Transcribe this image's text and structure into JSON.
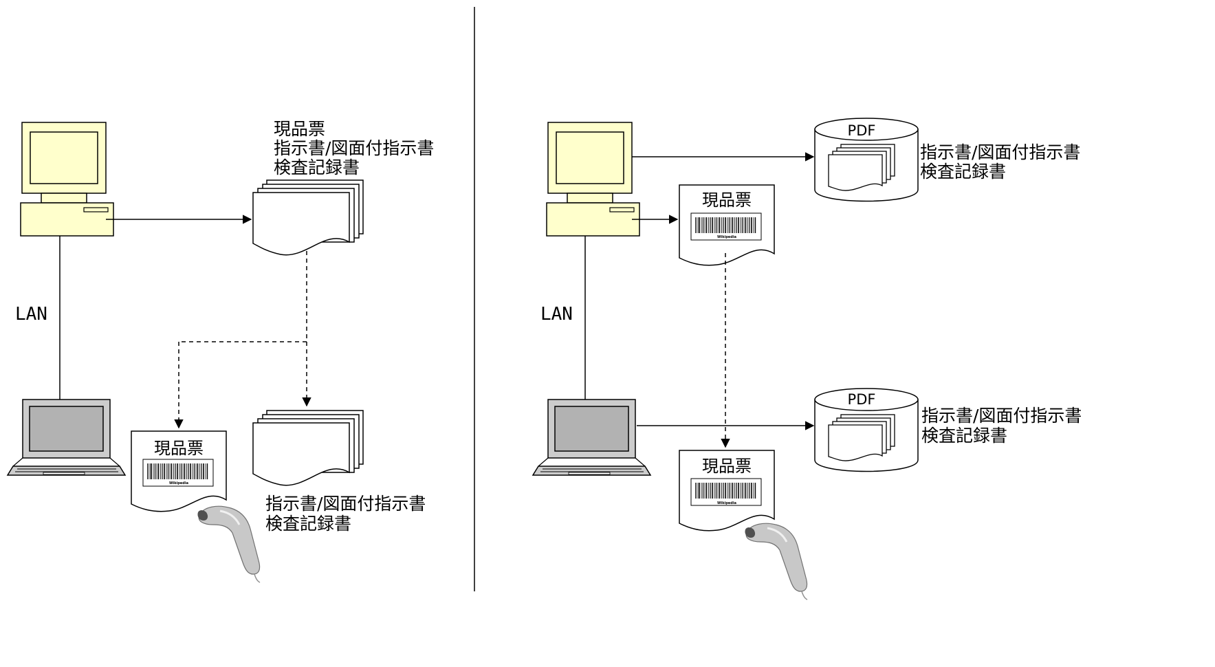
{
  "left_panel": {
    "lan_label": "LAN",
    "doc_stack_label_lines": [
      "現品票",
      "指示書/図面付指示書",
      "検査記録書"
    ],
    "tag_title": "現品票",
    "tag_barcode_text": "Wikipedia",
    "bottom_stack_label_lines": [
      "指示書/図面付指示書",
      "検査記録書"
    ]
  },
  "right_panel": {
    "lan_label": "LAN",
    "pdf_top_title": "PDF",
    "pdf_top_label_lines": [
      "指示書/図面付指示書",
      "検査記録書"
    ],
    "tag_top_title": "現品票",
    "tag_top_barcode_text": "Wikipedia",
    "pdf_bottom_title": "PDF",
    "pdf_bottom_label_lines": [
      "指示書/図面付指示書",
      "検査記録書"
    ],
    "tag_bottom_title": "現品票",
    "tag_bottom_barcode_text": "Wikipedia"
  },
  "colors": {
    "monitor_fill": "#ffffcc",
    "laptop_screen_fill": "#b2b2b2",
    "laptop_body_fill": "#cccccc",
    "line": "#000000"
  },
  "icons": [
    "desktop-pc-icon",
    "laptop-icon",
    "barcode-scanner-icon",
    "document-stack-icon",
    "pdf-database-icon",
    "barcode-tag-icon"
  ]
}
